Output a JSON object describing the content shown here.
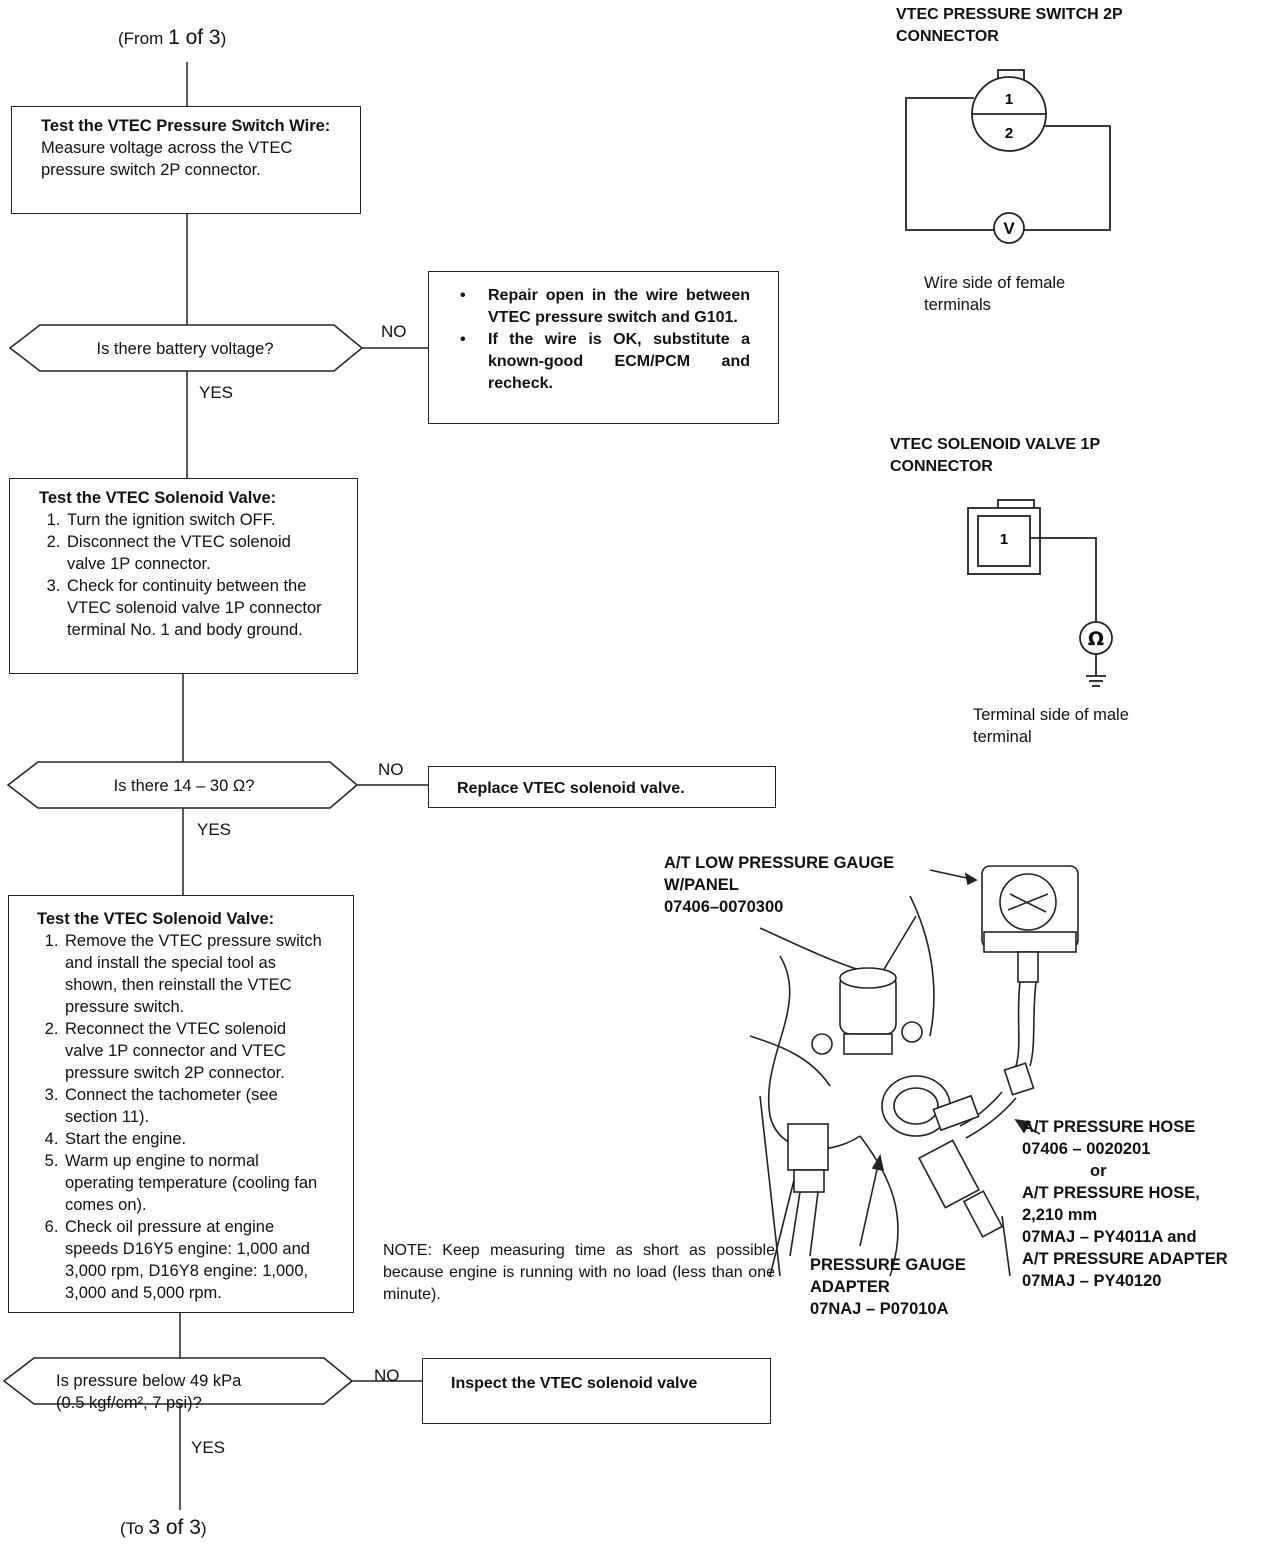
{
  "from_ref": {
    "prefix": "(From",
    "page": "1 of 3",
    "suffix": ")"
  },
  "to_ref": {
    "prefix": "(To",
    "page": "3 of 3",
    "suffix": ")"
  },
  "step1": {
    "title": "Test the VTEC Pressure Switch Wire:",
    "body": "Measure voltage across the VTEC pressure switch 2P connector."
  },
  "decision1": {
    "question": "Is there battery voltage?",
    "no": "NO",
    "yes": "YES"
  },
  "repair1": {
    "items": [
      "Repair open in the wire between VTEC pressure switch and G101.",
      "If the wire is OK, substitute a known-good ECM/PCM and recheck."
    ]
  },
  "step2": {
    "title": "Test the VTEC Solenoid Valve:",
    "items": [
      "Turn the ignition switch OFF.",
      "Disconnect the VTEC solenoid valve 1P connector.",
      "Check for continuity between the VTEC solenoid valve 1P connector terminal No. 1 and body ground."
    ]
  },
  "decision2": {
    "question": "Is there 14 – 30 Ω?",
    "no": "NO",
    "yes": "YES"
  },
  "repair2": {
    "text": "Replace VTEC solenoid valve."
  },
  "step3": {
    "title": "Test the VTEC Solenoid Valve:",
    "items": [
      "Remove the VTEC pressure switch and install the special tool as shown, then reinstall the VTEC pressure switch.",
      "Reconnect the VTEC solenoid valve 1P connector and VTEC pressure switch 2P connector.",
      "Connect the tachometer (see section 11).",
      "Start the engine.",
      "Warm up engine to normal operating temperature (cooling fan comes on).",
      "Check oil pressure at engine speeds D16Y5 engine: 1,000 and 3,000 rpm, D16Y8 engine: 1,000, 3,000 and 5,000 rpm."
    ]
  },
  "decision3": {
    "line1": "Is pressure below 49 kPa",
    "line2": "(0.5 kgf/cm², 7 psi)?",
    "no": "NO",
    "yes": "YES"
  },
  "repair3": {
    "text": "Inspect the VTEC solenoid valve"
  },
  "fig_switch": {
    "heading": "VTEC PRESSURE SWITCH 2P CONNECTOR",
    "pin1": "1",
    "pin2": "2",
    "meter": "V",
    "caption": "Wire side of female terminals"
  },
  "fig_solenoid": {
    "heading": "VTEC SOLENOID VALVE 1P CONNECTOR",
    "pin1": "1",
    "meter": "Ω",
    "caption": "Terminal side of male terminal"
  },
  "fig_gauge": {
    "gauge_label": [
      "A/T LOW PRESSURE GAUGE",
      "W/PANEL",
      "07406–0070300"
    ],
    "hose_label": [
      "A/T PRESSURE HOSE",
      "07406 – 0020201",
      "or",
      "A/T PRESSURE HOSE,",
      "2,210 mm",
      "07MAJ – PY4011A and",
      "A/T PRESSURE ADAPTER",
      "07MAJ – PY40120"
    ],
    "adapter_label": [
      "PRESSURE GAUGE",
      "ADAPTER",
      "07NAJ – P07010A"
    ]
  },
  "note": "NOTE: Keep measuring time as short as possible because engine is running with no load (less than one minute).",
  "colors": {
    "ink": "#111111",
    "paper": "#ffffff"
  }
}
